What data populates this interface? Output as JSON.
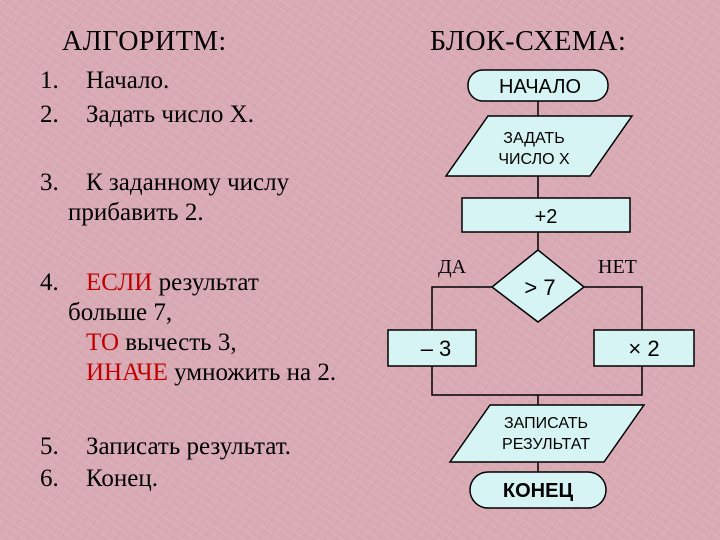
{
  "algorithm": {
    "heading": "АЛГОРИТМ:",
    "steps": [
      {
        "num": "1.",
        "lines": [
          {
            "parts": [
              {
                "text": "Начало."
              }
            ]
          }
        ]
      },
      {
        "num": "2.",
        "lines": [
          {
            "parts": [
              {
                "text": "Задать число Х."
              }
            ]
          }
        ]
      },
      {
        "num": "3.",
        "lines": [
          {
            "parts": [
              {
                "text": "К заданному числу"
              }
            ]
          },
          {
            "parts": [
              {
                "text": "прибавить 2."
              }
            ]
          }
        ]
      },
      {
        "num": "4.",
        "lines": [
          {
            "parts": [
              {
                "text": "ЕСЛИ",
                "keyword": true
              },
              {
                "text": " результат"
              }
            ]
          },
          {
            "parts": [
              {
                "text": "больше 7,"
              }
            ]
          },
          {
            "parts": [
              {
                "text": "ТО",
                "keyword": true
              },
              {
                "text": " вычесть 3,"
              }
            ]
          },
          {
            "parts": [
              {
                "text": "ИНАЧЕ",
                "keyword": true
              },
              {
                "text": " умножить на 2."
              }
            ]
          }
        ]
      },
      {
        "num": "5.",
        "lines": [
          {
            "parts": [
              {
                "text": "Записать результат."
              }
            ]
          }
        ]
      },
      {
        "num": "6.",
        "lines": [
          {
            "parts": [
              {
                "text": "Конец."
              }
            ]
          }
        ]
      }
    ]
  },
  "flowchart": {
    "heading": "БЛОК-СХЕМА:",
    "start_label": "НАЧАЛО",
    "input_label": [
      "ЗАДАТЬ",
      "ЧИСЛО Х"
    ],
    "process_label": "+2",
    "decision_label": "> 7",
    "yes_label": "ДА",
    "no_label": "НЕТ",
    "yes_action_label": "– 3",
    "no_action_label": "× 2",
    "output_label": [
      "ЗАПИСАТЬ",
      "РЕЗУЛЬТАТ"
    ],
    "end_label": "КОНЕЦ"
  },
  "colors": {
    "background": "#d9aab4",
    "shape_fill": "#d6f4f4",
    "line": "#000000",
    "keyword": "#c00000"
  }
}
